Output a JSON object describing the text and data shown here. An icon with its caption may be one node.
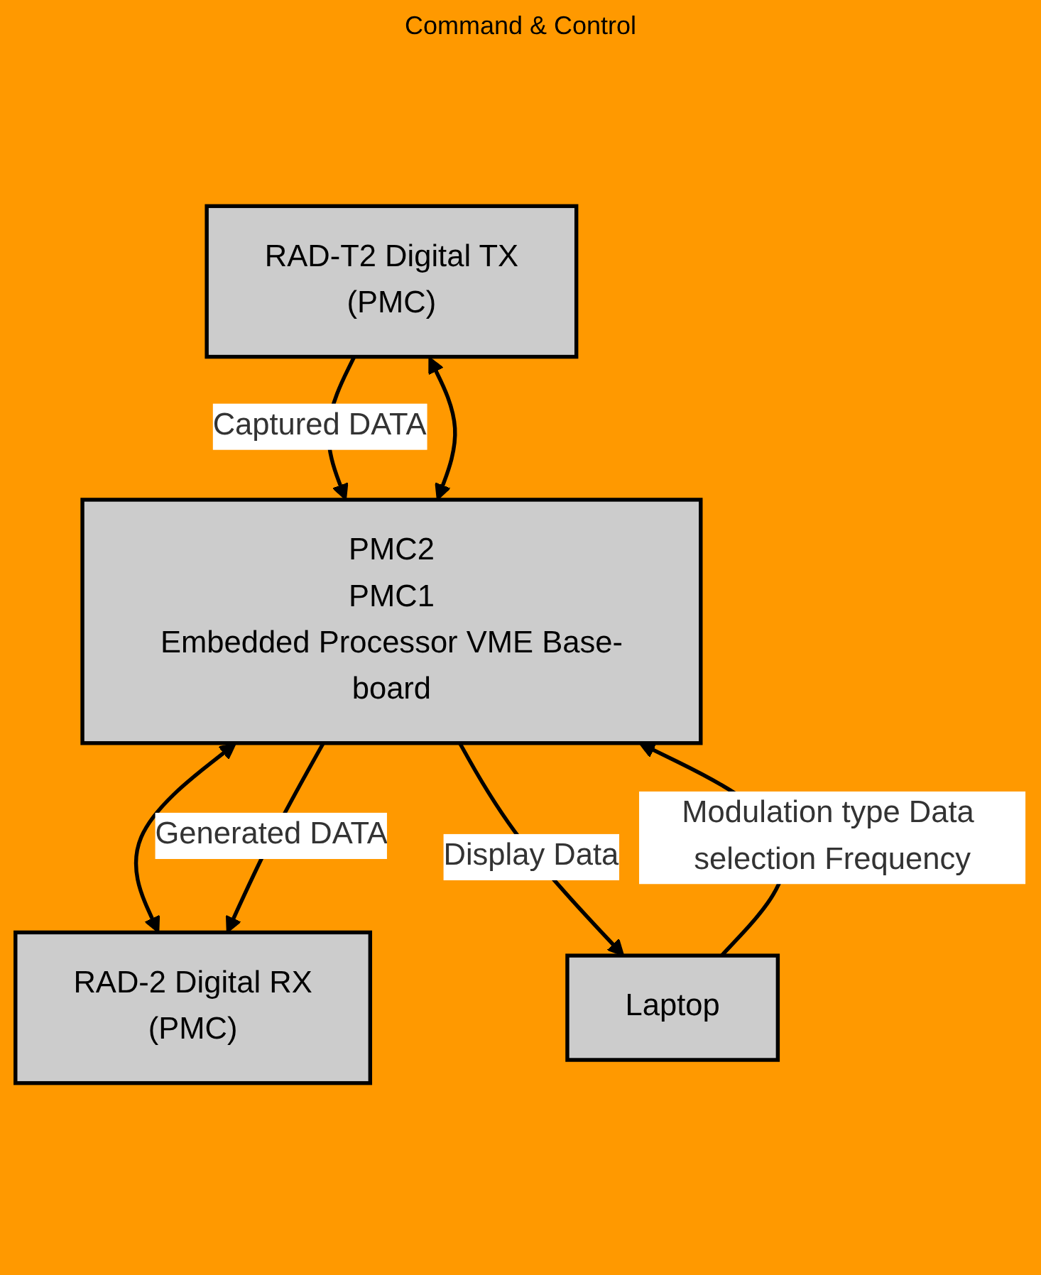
{
  "diagram": {
    "nodes": [
      {
        "text": [
          "RAD-T2 Digital TX",
          "(PMC)"
        ]
      },
      {
        "text": [
          "RAD-2 Digital RX",
          "(PMC)"
        ]
      },
      {
        "text": [
          "PMC2",
          "PMC1",
          "Embedded Processor VME Base-board"
        ]
      },
      {
        "text": [
          "Laptop"
        ]
      }
    ],
    "edges": [
      {
        "from": 0,
        "to": 2,
        "arrow": "to",
        "label": "Captured DATA"
      },
      {
        "from": 0,
        "to": 2,
        "arrow": "both"
      },
      {
        "from": 2,
        "to": 1,
        "arrow": "both"
      },
      {
        "from": 2,
        "to": 1,
        "arrow": "to",
        "label": "Generated DATA"
      },
      {
        "from": 2,
        "to": 3,
        "arrow": "to",
        "label": "Display Data"
      },
      {
        "from": 3,
        "to": 2,
        "arrow": "to",
        "label": "Modulation type Data selection Frequency"
      }
    ],
    "labels": [
      "Command & Control"
    ]
  }
}
